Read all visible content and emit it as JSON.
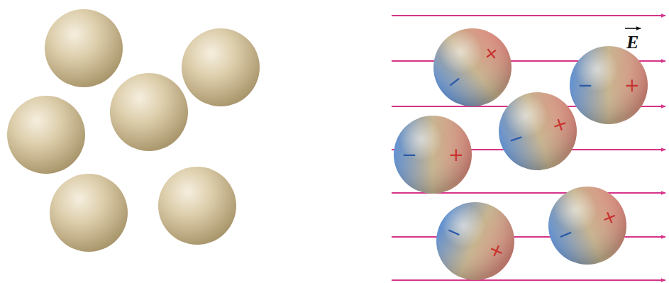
{
  "diagram": {
    "nodes": [
      {
        "text": [
          "−",
          "+"
        ]
      },
      {
        "text": [
          "−",
          "+"
        ]
      },
      {
        "text": [
          "−",
          "+"
        ]
      },
      {
        "text": [
          "−",
          "+"
        ]
      },
      {
        "text": [
          "−",
          "+"
        ]
      },
      {
        "text": [
          "−",
          "+"
        ]
      }
    ],
    "labels": [
      "E"
    ]
  }
}
